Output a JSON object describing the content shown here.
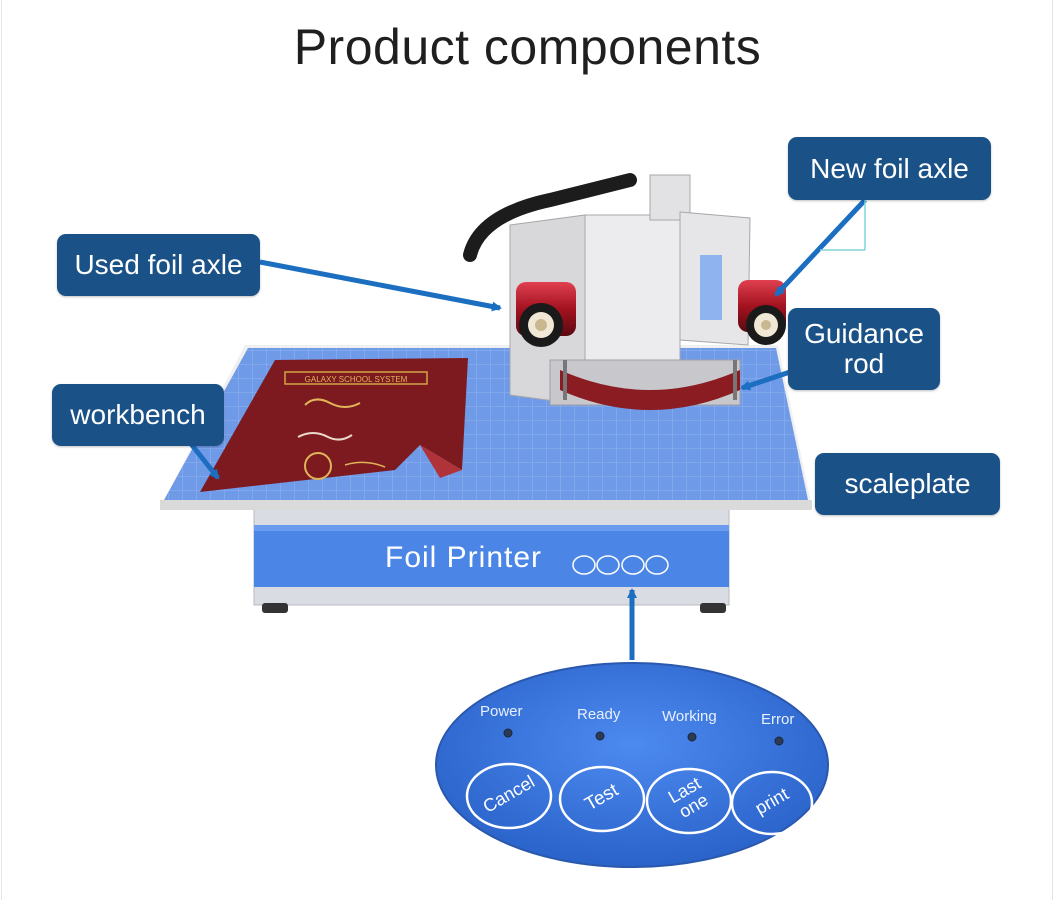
{
  "title": "Product components",
  "labels": {
    "new_foil_axle": "New foil axle",
    "used_foil_axle": "Used foil axle",
    "guidance_rod_1": "Guidance",
    "guidance_rod_2": "rod",
    "workbench": "workbench",
    "scaleplate": "scaleplate"
  },
  "device": {
    "brand_text": "Foil Printer",
    "sheet_header": "GALAXY SCHOOL SYSTEM"
  },
  "control_panel": {
    "indicators": [
      "Power",
      "Ready",
      "Working",
      "Error"
    ],
    "buttons": [
      "Cancel",
      "Test",
      "Last one",
      "print"
    ]
  },
  "colors": {
    "label_bg": "#1a5186",
    "arrow": "#1c6ec0",
    "plate": "#6f9ae8",
    "panel": "#3f7ee6",
    "sheet": "#7d1a1f"
  }
}
